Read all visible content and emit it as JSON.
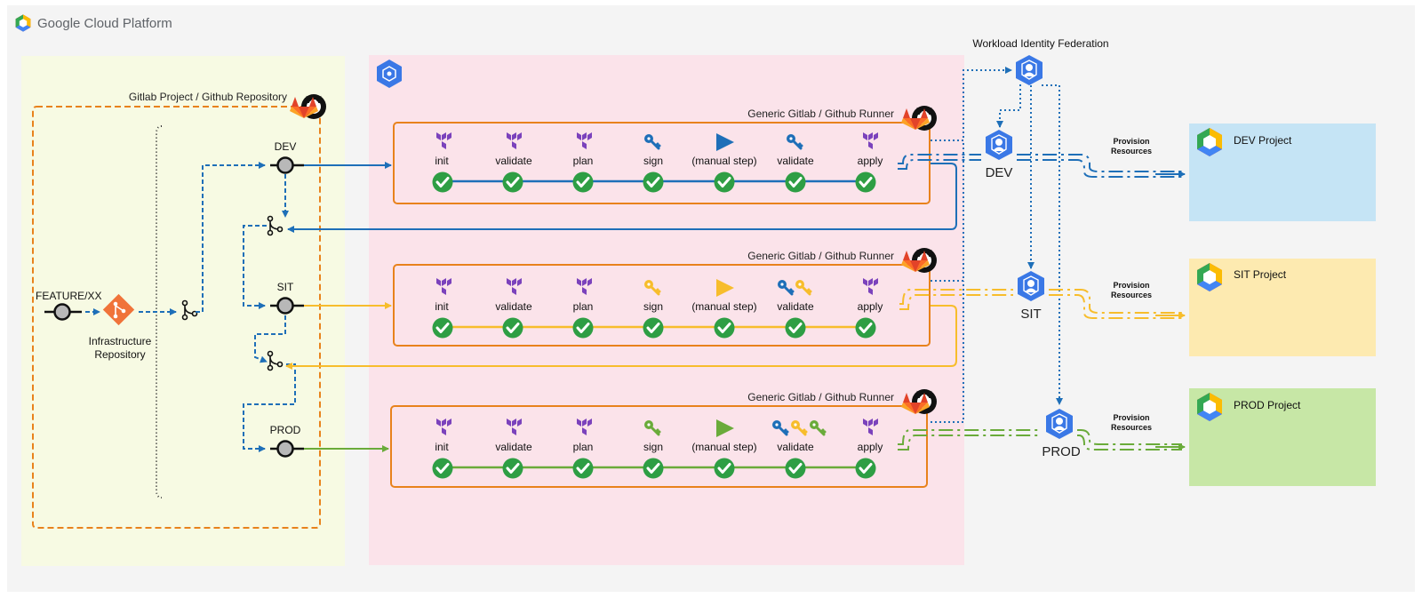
{
  "platform": {
    "name": "Google Cloud Platform"
  },
  "repository": {
    "title": "Gitlab Project / Github Repository",
    "infra_label": [
      "Infrastructure",
      "Repository"
    ]
  },
  "branches": {
    "feature": "FEATURE/XX",
    "dev": "DEV",
    "sit": "SIT",
    "prod": "PROD"
  },
  "runner": {
    "title": "Generic Gitlab / Github Runner"
  },
  "steps": [
    "init",
    "validate",
    "plan",
    "sign",
    "(manual step)",
    "validate",
    "apply"
  ],
  "wif": {
    "title": "Workload Identity Federation",
    "dev": "DEV",
    "sit": "SIT",
    "prod": "PROD"
  },
  "provision": [
    "Provision",
    "Resources"
  ],
  "projects": {
    "dev": "DEV Project",
    "sit": "SIT Project",
    "prod": "PROD Project"
  },
  "colors": {
    "dev": "#1e6fb8",
    "sit": "#f7bd2c",
    "prod": "#6aab3a",
    "orange": "#e8821c",
    "terraform": "#7b42bc",
    "check": "#2e9e44",
    "gcp_blue": "#3a78e6",
    "pink": "#fbe3ea",
    "yellowgreen": "#f7fae3",
    "proj_dev": "#c5e4f5",
    "proj_sit": "#fdeab0",
    "proj_prod": "#c7e7a6"
  }
}
